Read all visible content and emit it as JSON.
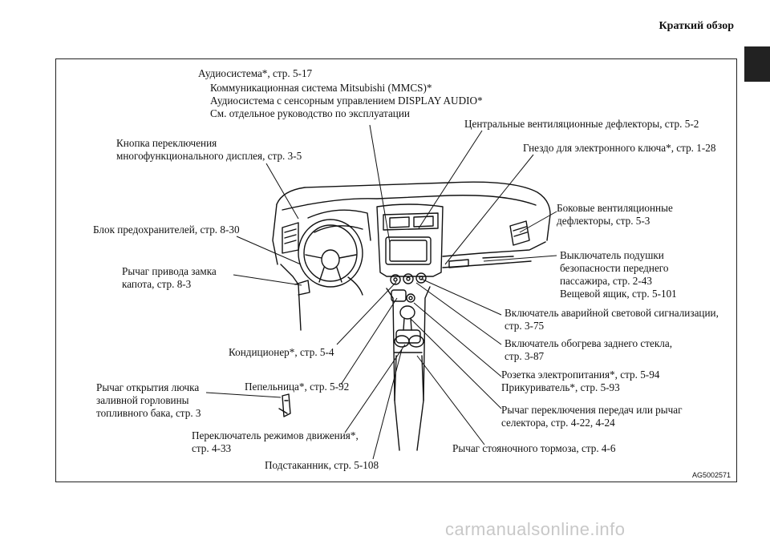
{
  "header": {
    "title": "Краткий обзор"
  },
  "labels": {
    "audio": "Аудиосистема*, стр. 5-17",
    "mmcs": "Коммуникационная система Mitsubishi (MMCS)*",
    "display_audio": "Аудиосистема с сенсорным управлением DISPLAY AUDIO*",
    "manual": "См. отдельное руководство по эксплуатации",
    "multi_display_1": "Кнопка переключения",
    "multi_display_2": "многофункционального дисплея, стр. 3-5",
    "central_vents": "Центральные вентиляционные дефлекторы, стр. 5-2",
    "key_slot": "Гнездо для электронного ключа*, стр. 1-28",
    "side_vents_1": "Боковые вентиляционные",
    "side_vents_2": "дефлекторы, стр. 5-3",
    "fuse_box": "Блок предохранителей, стр. 8-30",
    "hood_1": "Рычаг привода замка",
    "hood_2": "капота, стр. 8-3",
    "airbag_1": "Выключатель подушки",
    "airbag_2": "безопасности переднего",
    "airbag_3": "пассажира, стр. 2-43",
    "glovebox": "Вещевой ящик, стр. 5-101",
    "hazard_1": "Включатель аварийной световой сигнализации,",
    "hazard_2": "стр. 3-75",
    "defrost_1": "Включатель обогрева заднего стекла,",
    "defrost_2": "стр. 3-87",
    "ac": "Кондиционер*, стр. 5-4",
    "socket": "Розетка электропитания*, стр. 5-94",
    "lighter": "Прикуриватель*, стр. 5-93",
    "ashtray": "Пепельница*, стр. 5-92",
    "fuel_1": "Рычаг открытия лючка",
    "fuel_2": "заливной горловины",
    "fuel_3": "топливного бака, стр. 3",
    "gear_1": "Рычаг переключения передач или рычаг",
    "gear_2": "селектора, стр. 4-22, 4-24",
    "drive_mode_1": "Переключатель режимов движения*,",
    "drive_mode_2": "стр. 4-33",
    "parking_brake": "Рычаг стояночного тормоза, стр. 4-6",
    "cup_holder": "Подстаканник, стр. 5-108"
  },
  "figure_code": "AG5002571",
  "watermark": "carmanualsonline.info"
}
